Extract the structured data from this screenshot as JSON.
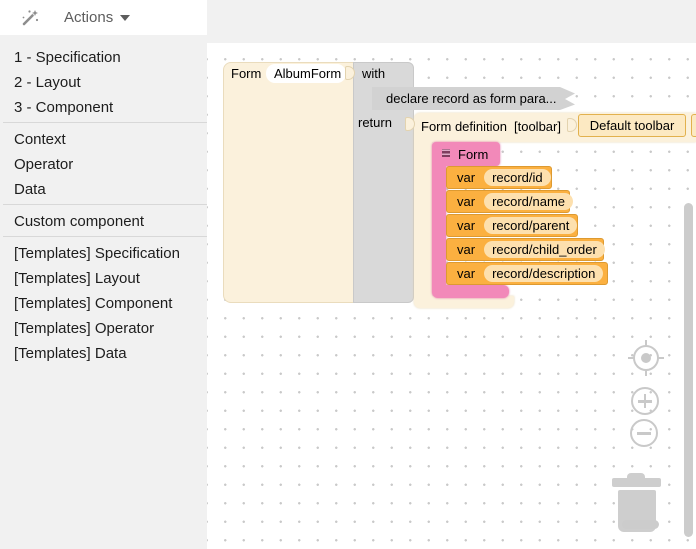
{
  "header": {
    "actions_label": "Actions"
  },
  "sidebar": {
    "groups": [
      {
        "items": [
          "1 - Specification",
          "2 - Layout",
          "3 - Component"
        ]
      },
      {
        "items": [
          "Context",
          "Operator",
          "Data"
        ]
      },
      {
        "items": [
          "Custom component"
        ]
      },
      {
        "items": [
          "[Templates] Specification",
          "[Templates] Layout",
          "[Templates] Component",
          "[Templates] Operator",
          "[Templates] Data"
        ]
      }
    ]
  },
  "workspace": {
    "form_block": {
      "label": "Form",
      "name_value": "AlbumForm"
    },
    "with_block": {
      "with_label": "with",
      "return_label": "return"
    },
    "collapsed_block": {
      "label": "declare record as form para..."
    },
    "form_definition_block": {
      "label": "Form definition",
      "toolbar_param": "[toolbar]"
    },
    "toolbar_block": {
      "label": "Default toolbar"
    },
    "component_block": {
      "label": "Form"
    },
    "var_blocks": [
      {
        "keyword": "var",
        "value": "record/id"
      },
      {
        "keyword": "var",
        "value": "record/name"
      },
      {
        "keyword": "var",
        "value": "record/parent"
      },
      {
        "keyword": "var",
        "value": "record/child_order"
      },
      {
        "keyword": "var",
        "value": "record/description"
      }
    ],
    "colors": {
      "cream_block": "#FBF1DC",
      "gray_block": "#D9D9D9",
      "pink_block": "#F289B9",
      "orange_block": "#FBB040",
      "orange_field": "#FDE0AE",
      "toolbar_block": "#FCE9C2",
      "sidebar_bg": "#F1F1F1",
      "canvas_dot": "#C9C9C9"
    }
  }
}
